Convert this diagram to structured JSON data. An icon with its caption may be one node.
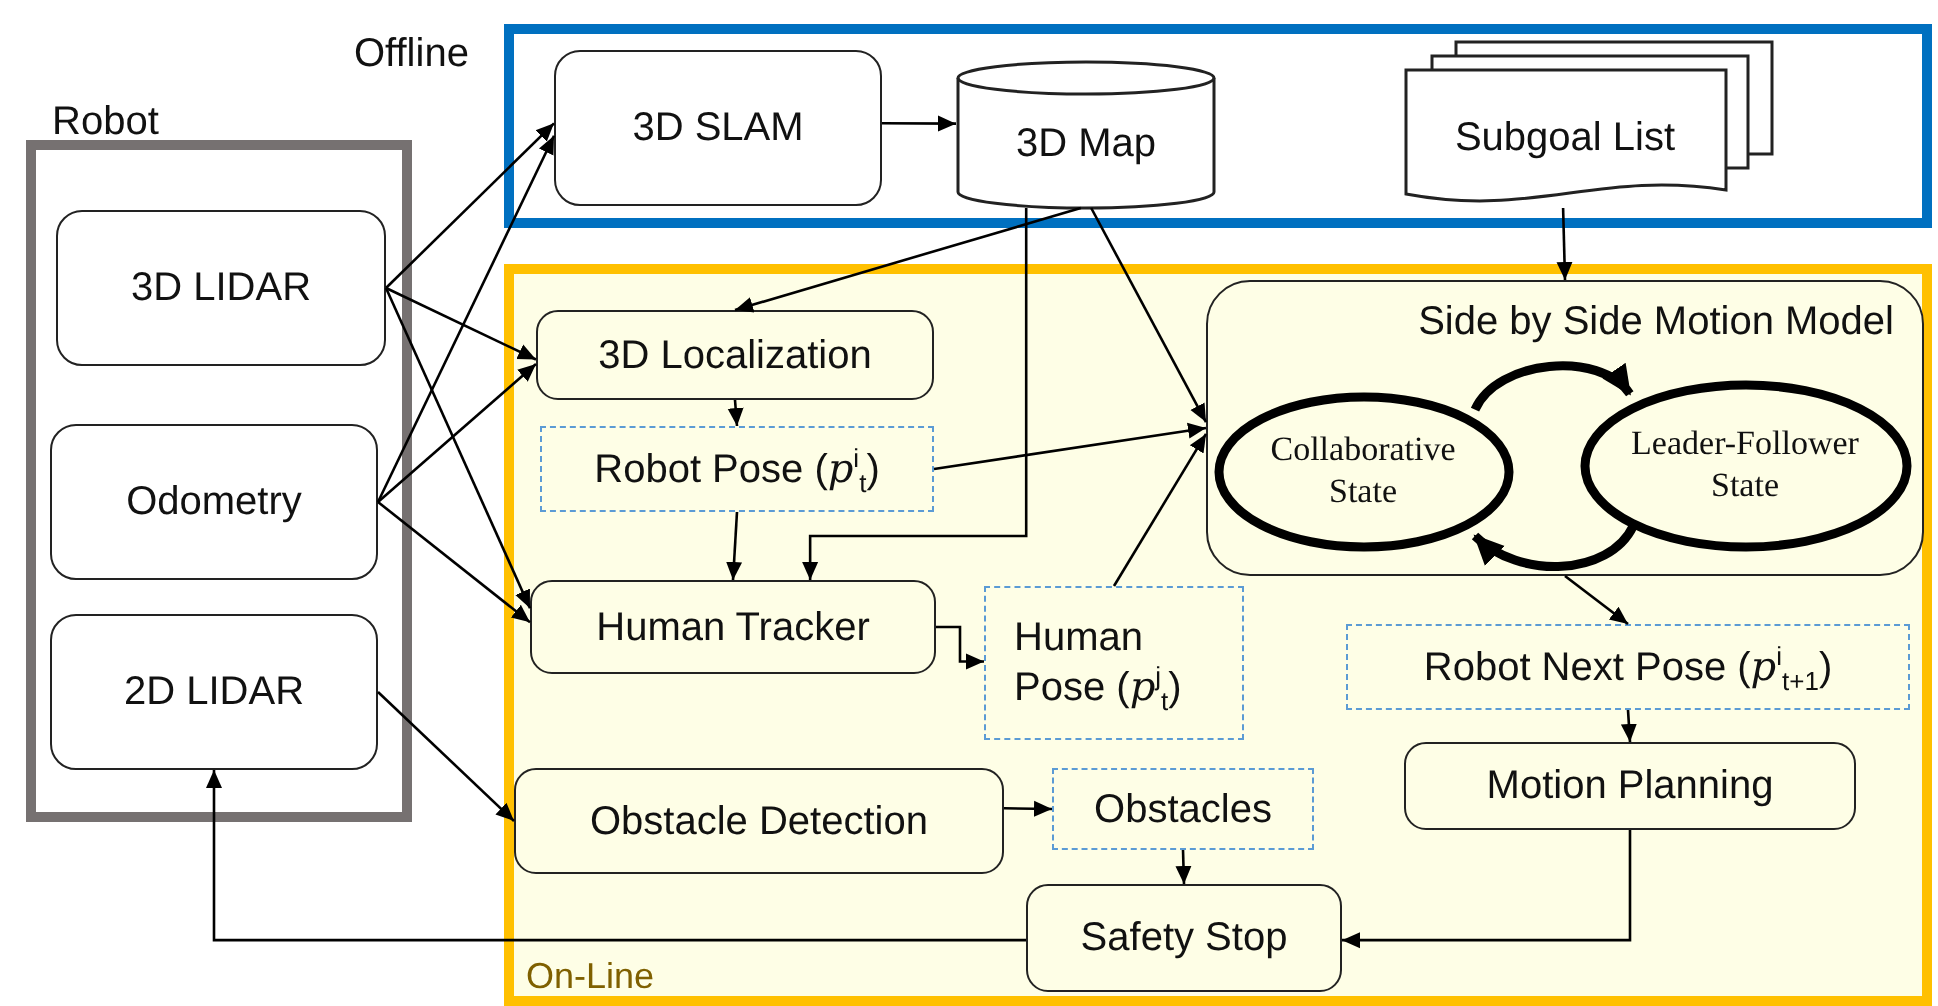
{
  "diagram": {
    "nodes": [
      {
        "text": [
          "Robot"
        ]
      },
      {
        "text": [
          "3D LIDAR"
        ],
        "in": 0
      },
      {
        "text": [
          "Odometry"
        ],
        "in": 0
      },
      {
        "text": [
          "2D LIDAR"
        ],
        "in": 0
      },
      {
        "text": [
          "Offline"
        ]
      },
      {
        "text": [
          "3D SLAM"
        ],
        "in": 4
      },
      {
        "text": [
          "3D Map"
        ],
        "in": 4
      },
      {
        "text": [
          "Subgoal List"
        ],
        "in": 4
      },
      {
        "text": [
          "On-Line"
        ]
      },
      {
        "text": [
          "3D Localization"
        ],
        "in": 8
      },
      {
        "text": [
          "Robot Pose (*p*$^{i}$$_{t}$)"
        ],
        "in": 8
      },
      {
        "text": [
          "Human Tracker"
        ],
        "in": 8
      },
      {
        "text": [
          "Human Pose (*p*$^{j}$$_{t}$)"
        ],
        "in": 8
      },
      {
        "text": [
          "Side by Side Motion Model"
        ],
        "in": 8
      },
      {
        "text": [
          "Collaborative State"
        ],
        "in": 13
      },
      {
        "text": [
          "Leader-Follower State"
        ],
        "in": 13
      },
      {
        "text": [
          "Robot Next Pose (*p*$^{i}$$_{t+1}$)"
        ],
        "in": 8
      },
      {
        "text": [
          "Motion Planning"
        ],
        "in": 8
      },
      {
        "text": [
          "Obstacle Detection"
        ],
        "in": 8
      },
      {
        "text": [
          "Obstacles"
        ],
        "in": 8
      },
      {
        "text": [
          "Safety Stop"
        ],
        "in": 8
      }
    ],
    "edges": [
      {
        "from": 1,
        "to": 5,
        "arrow": "to"
      },
      {
        "from": 1,
        "to": 9,
        "arrow": "to"
      },
      {
        "from": 1,
        "to": 11,
        "arrow": "to"
      },
      {
        "from": 2,
        "to": 5,
        "arrow": "to"
      },
      {
        "from": 2,
        "to": 9,
        "arrow": "to"
      },
      {
        "from": 2,
        "to": 11,
        "arrow": "to"
      },
      {
        "from": 3,
        "to": 18,
        "arrow": "to"
      },
      {
        "from": 5,
        "to": 6,
        "arrow": "to"
      },
      {
        "from": 6,
        "to": 9,
        "arrow": "to"
      },
      {
        "from": 6,
        "to": 11,
        "arrow": "to"
      },
      {
        "from": 6,
        "to": 13,
        "arrow": "to"
      },
      {
        "from": 7,
        "to": 13,
        "arrow": "to"
      },
      {
        "from": 9,
        "to": 10,
        "arrow": "to"
      },
      {
        "from": 10,
        "to": 13,
        "arrow": "to"
      },
      {
        "from": 10,
        "to": 11,
        "arrow": "to"
      },
      {
        "from": 11,
        "to": 12,
        "arrow": "to"
      },
      {
        "from": 12,
        "to": 13,
        "arrow": "to"
      },
      {
        "from": 13,
        "to": 16,
        "arrow": "to"
      },
      {
        "from": 14,
        "to": 15,
        "arrow": "to",
        "style": "thick"
      },
      {
        "from": 15,
        "to": 14,
        "arrow": "to",
        "style": "thick"
      },
      {
        "from": 16,
        "to": 17,
        "arrow": "to"
      },
      {
        "from": 17,
        "to": 20,
        "arrow": "to"
      },
      {
        "from": 18,
        "to": 19,
        "arrow": "to"
      },
      {
        "from": 19,
        "to": 20,
        "arrow": "to"
      },
      {
        "from": 20,
        "to": 3,
        "arrow": "to"
      }
    ]
  }
}
